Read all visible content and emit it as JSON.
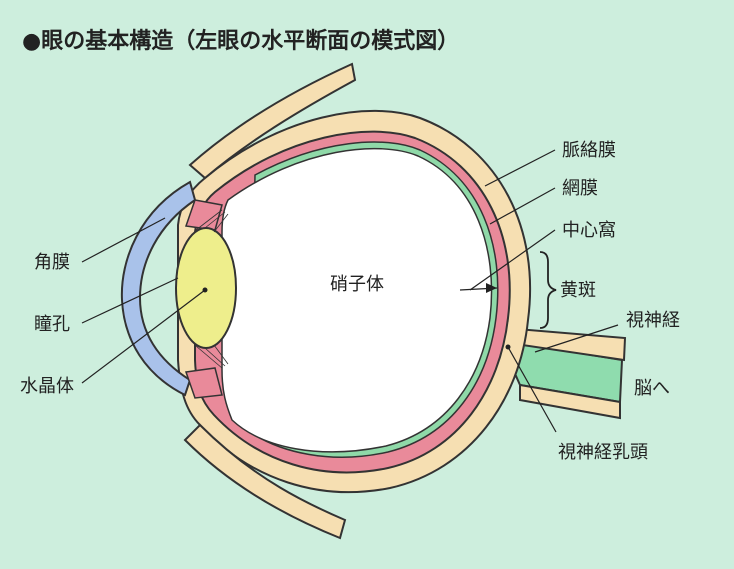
{
  "title": "●眼の基本構造（左眼の水平断面の模式図）",
  "labels": {
    "choroid": "脈絡膜",
    "retina": "網膜",
    "fovea": "中心窩",
    "macula": "黄斑",
    "optic_nerve": "視神経",
    "to_brain": "脳へ",
    "optic_disc": "視神経乳頭",
    "cornea": "角膜",
    "pupil": "瞳孔",
    "lens": "水晶体",
    "vitreous": "硝子体"
  },
  "colors": {
    "background": "#cdeedd",
    "sclera": "#f6dfb2",
    "choroid": "#e98a9a",
    "retina": "#8fd9a8",
    "cornea": "#a9c2ea",
    "lens": "#eeee8c",
    "optic_nerve": "#8fdcae",
    "vitreous": "#ffffff"
  }
}
